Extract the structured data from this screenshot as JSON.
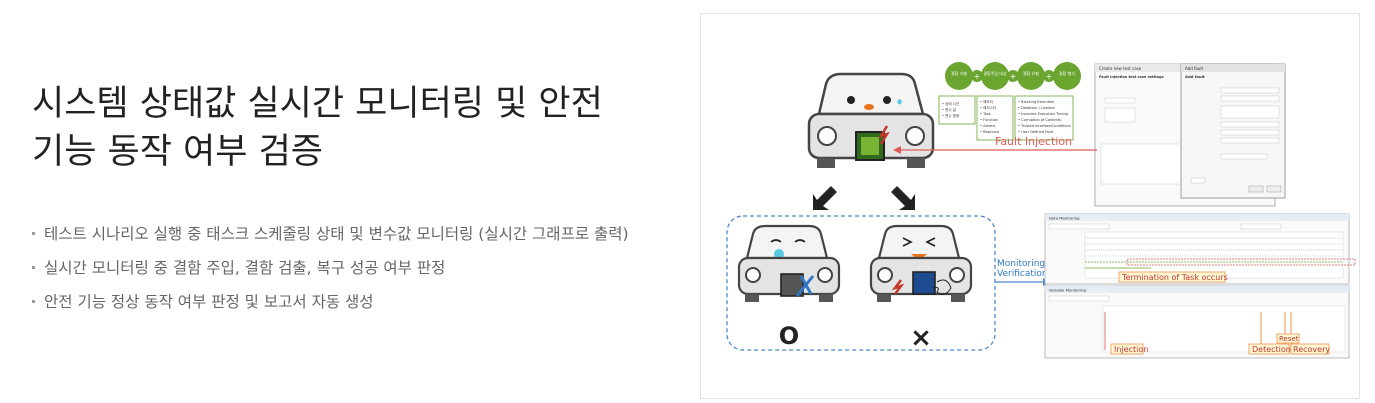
{
  "title": "시스템 상태값 실시간 모니터링 및 안전\n기능 동작 여부 검증",
  "bullets": [
    "테스트 시나리오 실행 중 태스크 스케줄링 상태 및 변수값 모니터링 (실시간 그래프로 출력)",
    "실시간 모니터링 중 결함 주입, 결함 검출, 복구 성공 여부 판정",
    "안전 기능 정상 동작 여부 판정 및 보고서 자동 생성"
  ],
  "diagram": {
    "flow_steps": [
      "결함 식별",
      "결함주입 대상",
      "결함 유형",
      "결함 형식"
    ],
    "target_list": [
      "• 상태 시간",
      "• 변수 값",
      "• 변수 범위"
    ],
    "target_types": [
      "• 메모리",
      "• 레지스터",
      "• Task",
      "• Function",
      "• Alarms",
      "• Resource"
    ],
    "fault_types": [
      "• Blocking Execution",
      "• Deadlock / Livelock",
      "• Incorrect Execution Timing",
      "• Corruption of Contents",
      "• Trusted Interface/Conditions",
      "• User Defined Fault"
    ],
    "fault_injection_label": "Fault Injection",
    "monitoring_label_1": "Monitoring &",
    "monitoring_label_2": "Verification",
    "termination_label": "Termination of Task occurs",
    "injection_label": "Injection",
    "detection_label": "Detection",
    "reset_label": "Reset",
    "recovery_label": "Recovery",
    "ok_mark": "O",
    "fail_mark": "×",
    "dialog_title_1": "Create new test case",
    "dialog_title_2": "Add fault",
    "dialog_sub": "Fault injection test case settings",
    "dialog_sub2": "Add fault",
    "window_title_1": "Data Monitoring",
    "window_title_2": "Variable Monitoring"
  }
}
